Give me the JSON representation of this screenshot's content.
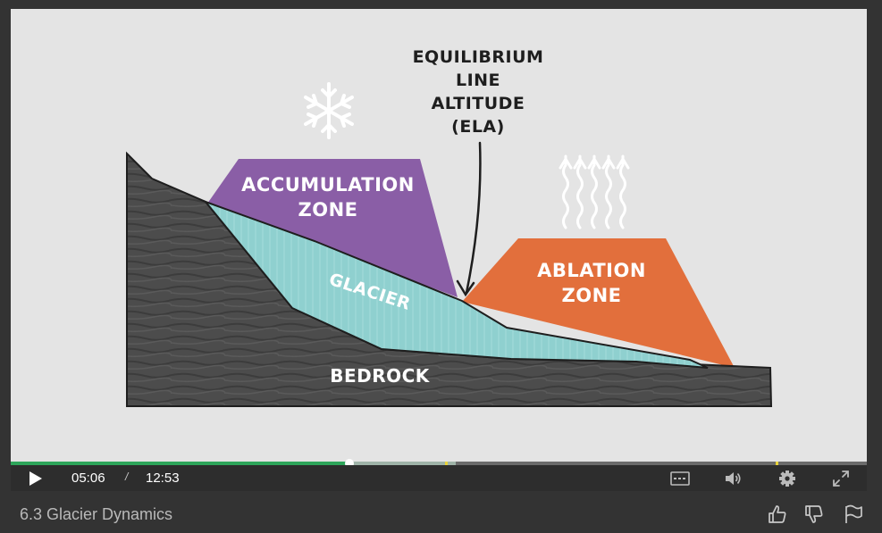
{
  "video": {
    "diagram": {
      "accumulation_zone": [
        "ACCUMULATION",
        "ZONE"
      ],
      "ablation_zone": [
        "ABLATION",
        "ZONE"
      ],
      "glacier": "GLACIER",
      "bedrock": "BEDROCK",
      "ela": [
        "EQUILIBRIUM",
        "LINE",
        "ALTITUDE",
        "(ELA)"
      ]
    },
    "colors": {
      "accumulation": "#8a5ea6",
      "ablation": "#e26f3c",
      "glacier": "#8fd0cf",
      "bedrock": "#4a4a4a"
    }
  },
  "player": {
    "current_time": "05:06",
    "separator": "/",
    "duration": "12:53",
    "progress_fraction": 0.396,
    "buffered_fraction": 0.52,
    "controls": {
      "play": "play-icon",
      "captions": "captions-icon",
      "volume": "volume-icon",
      "settings": "gear-icon",
      "fullscreen": "fullscreen-icon"
    }
  },
  "title": "6.3 Glacier Dynamics",
  "actions": {
    "like": "thumbs-up-icon",
    "dislike": "thumbs-down-icon",
    "report": "flag-icon"
  }
}
